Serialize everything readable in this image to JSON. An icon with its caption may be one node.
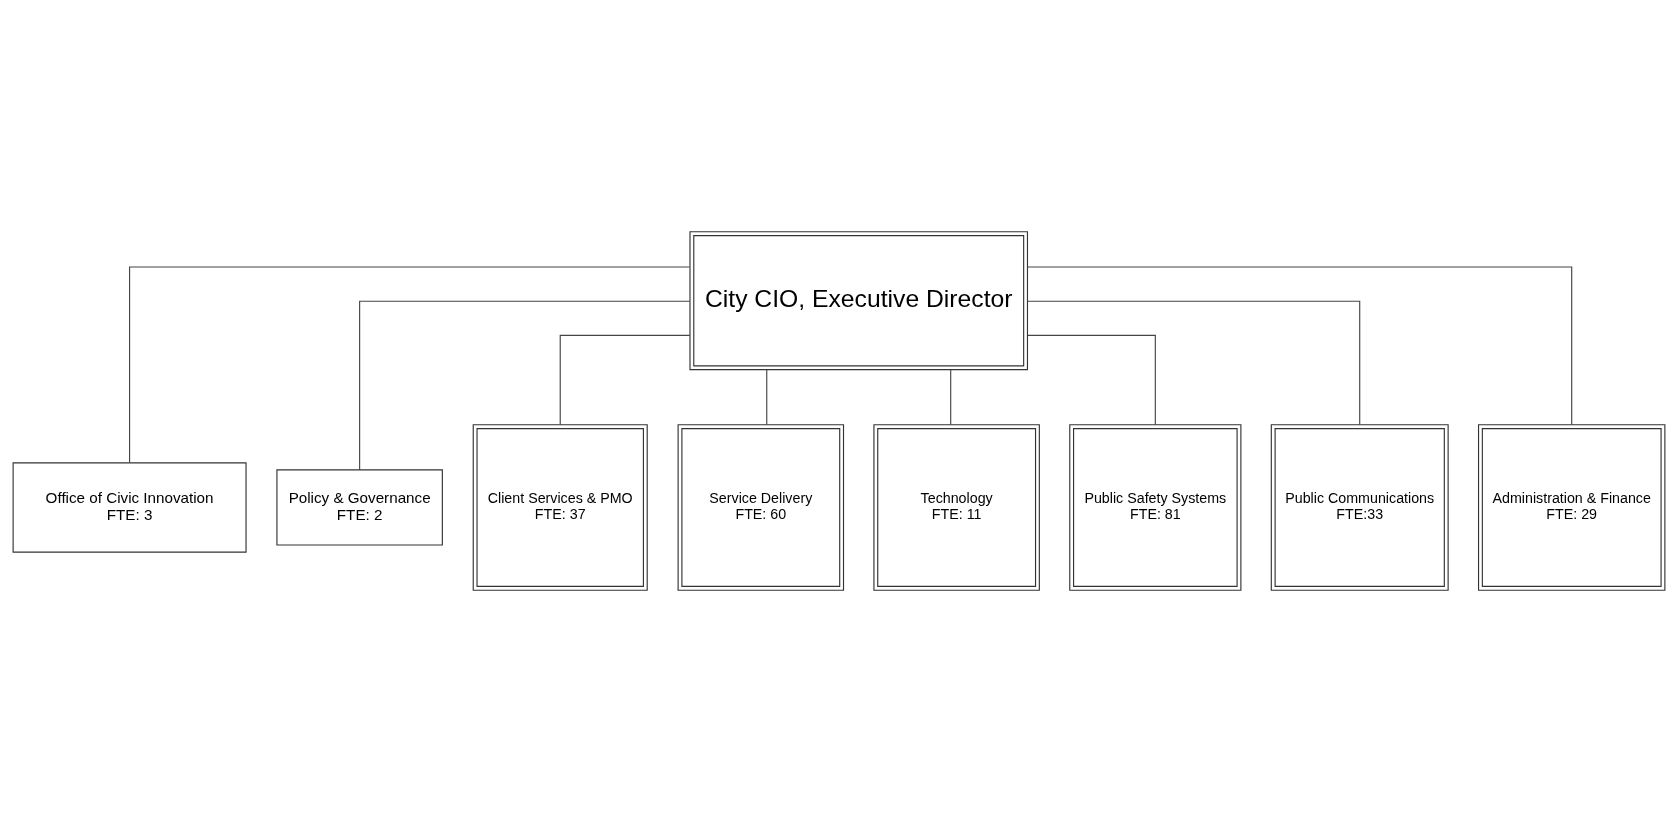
{
  "diagram": {
    "nodes": [
      {
        "text": [
          "City CIO, Executive Director"
        ]
      },
      {
        "text": [
          "Office of Civic Innovation",
          "FTE: 3"
        ]
      },
      {
        "text": [
          "Policy & Governance",
          "FTE: 2"
        ]
      },
      {
        "text": [
          "Client Services & PMO",
          "FTE: 37"
        ]
      },
      {
        "text": [
          "Service Delivery",
          "FTE: 60"
        ]
      },
      {
        "text": [
          "Technology",
          "FTE: 11"
        ]
      },
      {
        "text": [
          "Public Safety Systems",
          "FTE: 81"
        ]
      },
      {
        "text": [
          "Public Communications",
          "FTE:33"
        ]
      },
      {
        "text": [
          "Administration & Finance",
          "FTE: 29"
        ]
      }
    ],
    "edges": [
      {
        "from": 0,
        "to": 1,
        "arrow": "none"
      },
      {
        "from": 0,
        "to": 2,
        "arrow": "none"
      },
      {
        "from": 0,
        "to": 3,
        "arrow": "none"
      },
      {
        "from": 0,
        "to": 4,
        "arrow": "none"
      },
      {
        "from": 0,
        "to": 5,
        "arrow": "none"
      },
      {
        "from": 0,
        "to": 6,
        "arrow": "none"
      },
      {
        "from": 0,
        "to": 7,
        "arrow": "none"
      },
      {
        "from": 0,
        "to": 8,
        "arrow": "none"
      }
    ]
  }
}
